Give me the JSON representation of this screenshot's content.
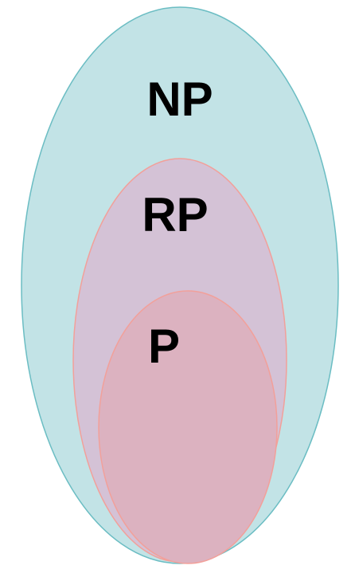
{
  "diagram": {
    "sets": [
      {
        "id": "np",
        "label": "NP",
        "fill": "#c2e3e6",
        "stroke": "#6bbdc3"
      },
      {
        "id": "rp",
        "label": "RP",
        "fill": "#d4c2d6",
        "stroke": "#f2a09a"
      },
      {
        "id": "p",
        "label": "P",
        "fill": "#dcb2c0",
        "stroke": "#f2a09a"
      }
    ]
  }
}
